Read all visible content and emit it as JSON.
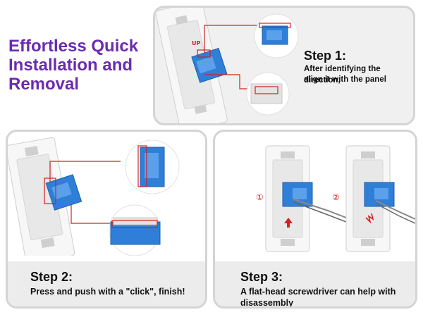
{
  "headline": {
    "line1": "Effortless Quick",
    "line2": "Installation and",
    "line3": "Removal"
  },
  "steps": [
    {
      "title": "Step 1:",
      "desc_line1": "After identifying the direction,",
      "desc_line2": "align it with the panel",
      "marker": "UP"
    },
    {
      "title": "Step 2:",
      "desc_line1": "Press and push with a \"click\", finish!"
    },
    {
      "title": "Step 3:",
      "desc_line1": "A flat-head screwdriver can help with",
      "desc_line2": "disassembly",
      "label1": "①",
      "label2": "②"
    }
  ],
  "colors": {
    "headline": "#6a2bb0",
    "accent_red": "#d22222",
    "jack_blue": "#2f7fd8",
    "panel_gray": "#e6e6e6",
    "footer_gray": "#ececec"
  }
}
